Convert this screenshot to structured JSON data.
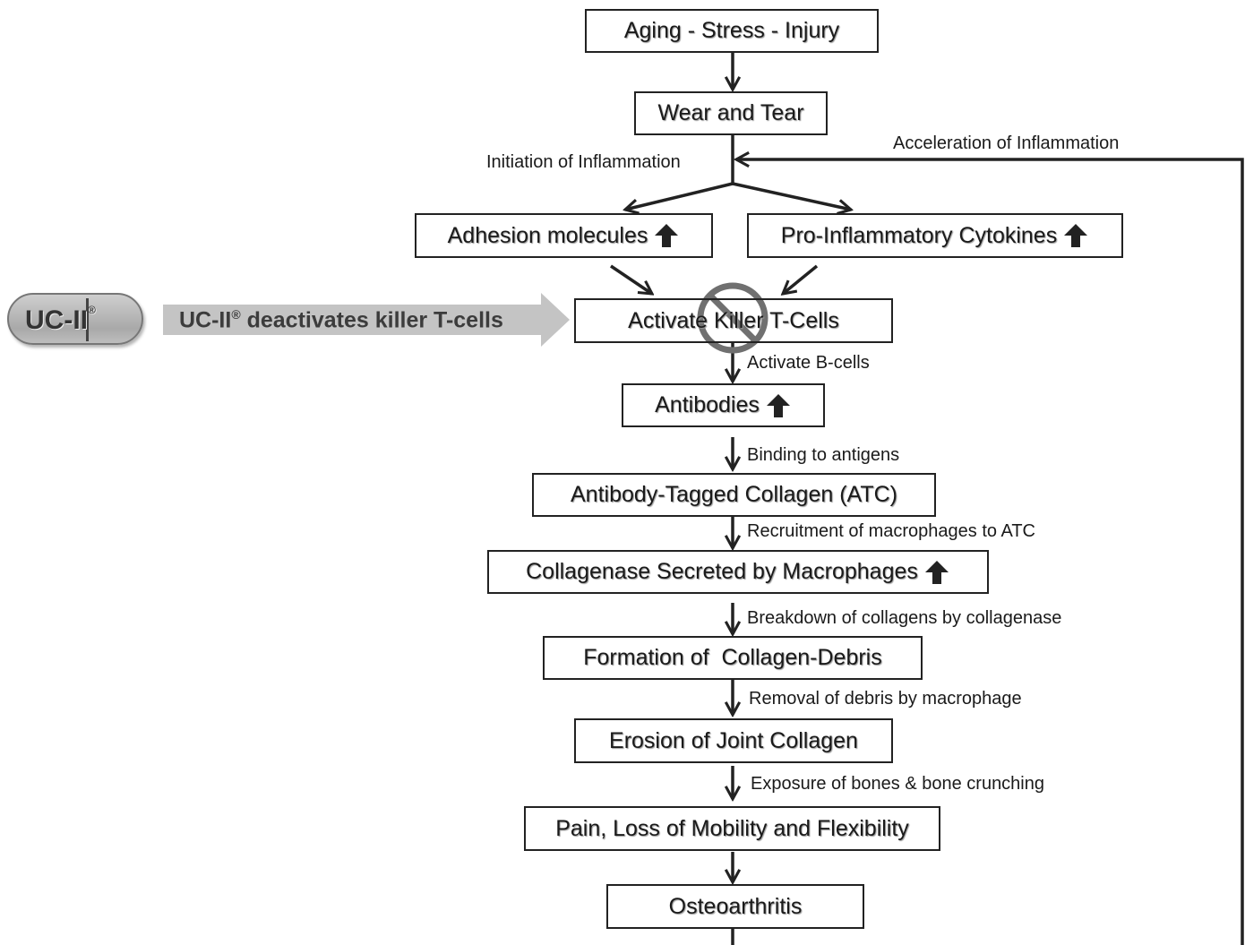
{
  "nodes": {
    "aging": "Aging - Stress - Injury",
    "wear": "Wear and Tear",
    "adhesion": "Adhesion molecules",
    "cytokines": "Pro-Inflammatory Cytokines",
    "killer_tcells": "Activate Killer T-Cells",
    "antibodies": "Antibodies",
    "atc": "Antibody-Tagged Collagen (ATC)",
    "collagenase": "Collagenase Secreted by Macrophages",
    "debris": "Formation of  Collagen-Debris",
    "erosion": "Erosion of Joint Collagen",
    "pain": "Pain, Loss of Mobility and Flexibility",
    "oa": "Osteoarthritis"
  },
  "labels": {
    "initiation": "Initiation of Inflammation",
    "acceleration": "Acceleration of Inflammation",
    "b_cells": "Activate B-cells",
    "binding": "Binding to antigens",
    "recruitment": "Recruitment of macrophages to ATC",
    "breakdown": "Breakdown of collagens by collagenase",
    "removal": "Removal of debris by macrophage",
    "exposure": "Exposure of bones & bone crunching"
  },
  "ucii": {
    "pill_text": "UC-II",
    "pill_mark": "®",
    "arrow_prefix": "UC-II",
    "arrow_mark": "®",
    "arrow_suffix": " deactivates killer T-cells"
  },
  "colors": {
    "line": "#222222",
    "prohibit": "#707070",
    "pill": "#b8b8b8",
    "big_arrow": "#c4c4c4"
  }
}
